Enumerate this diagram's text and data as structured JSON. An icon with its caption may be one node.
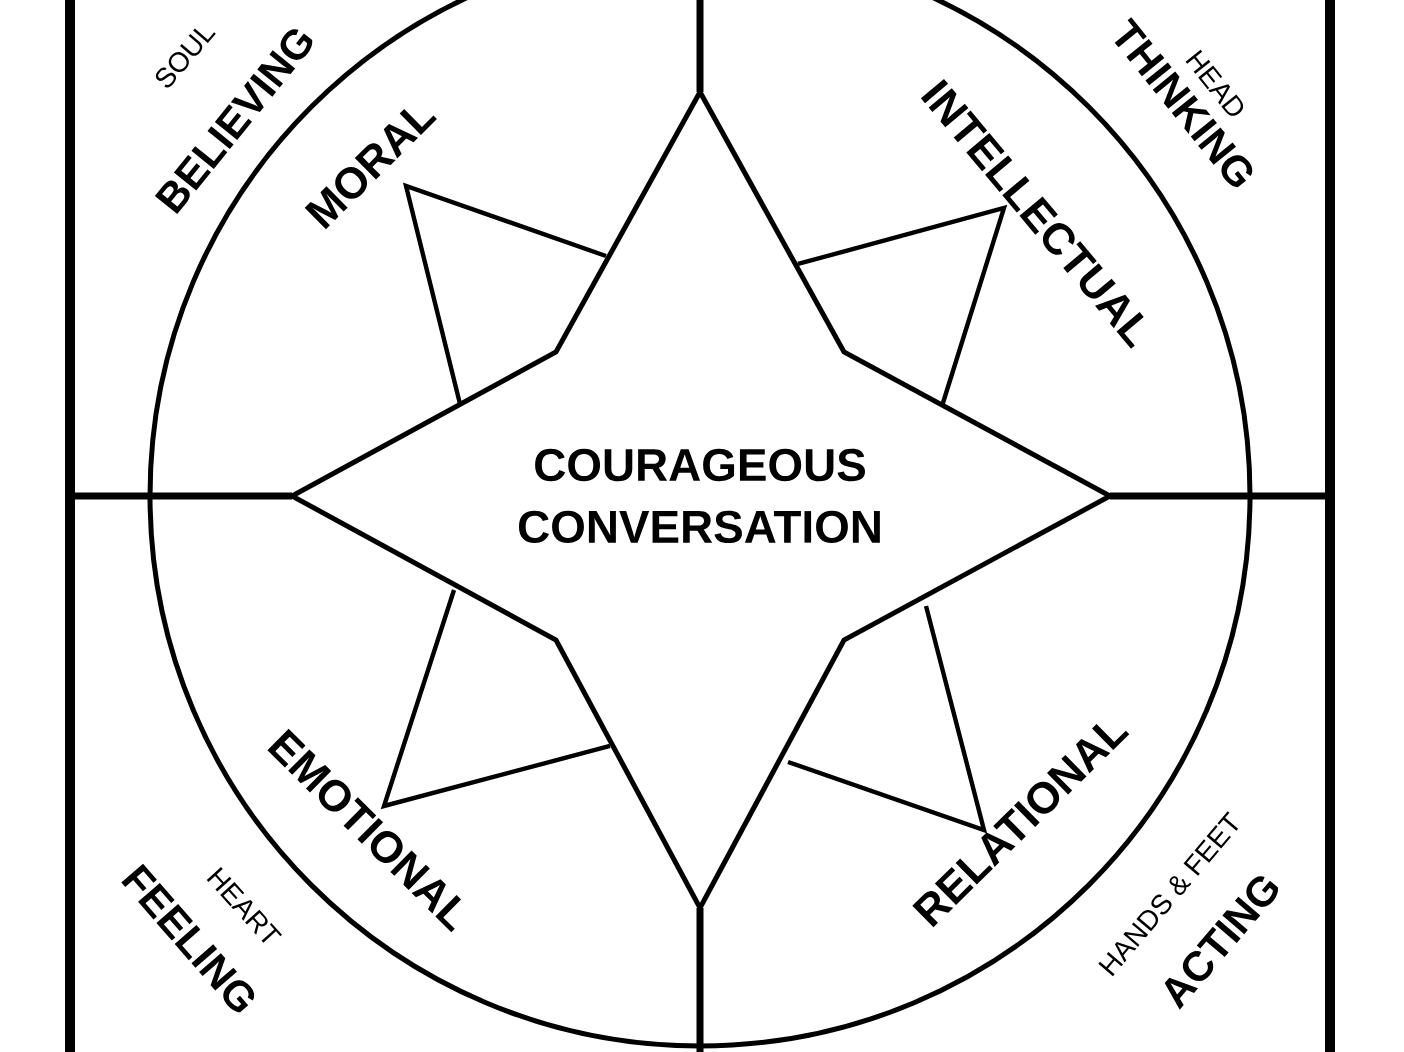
{
  "diagram": {
    "nodes": [
      {
        "text": [
          "COURAGEOUS CONVERSATION"
        ]
      }
    ],
    "labels": [
      "SOUL",
      "BELIEVING",
      "MORAL",
      "INTELLECTUAL",
      "THINKING",
      "HEAD",
      "FEELING",
      "HEART",
      "EMOTIONAL",
      "RELATIONAL",
      "HANDS & FEET",
      "ACTING"
    ]
  }
}
